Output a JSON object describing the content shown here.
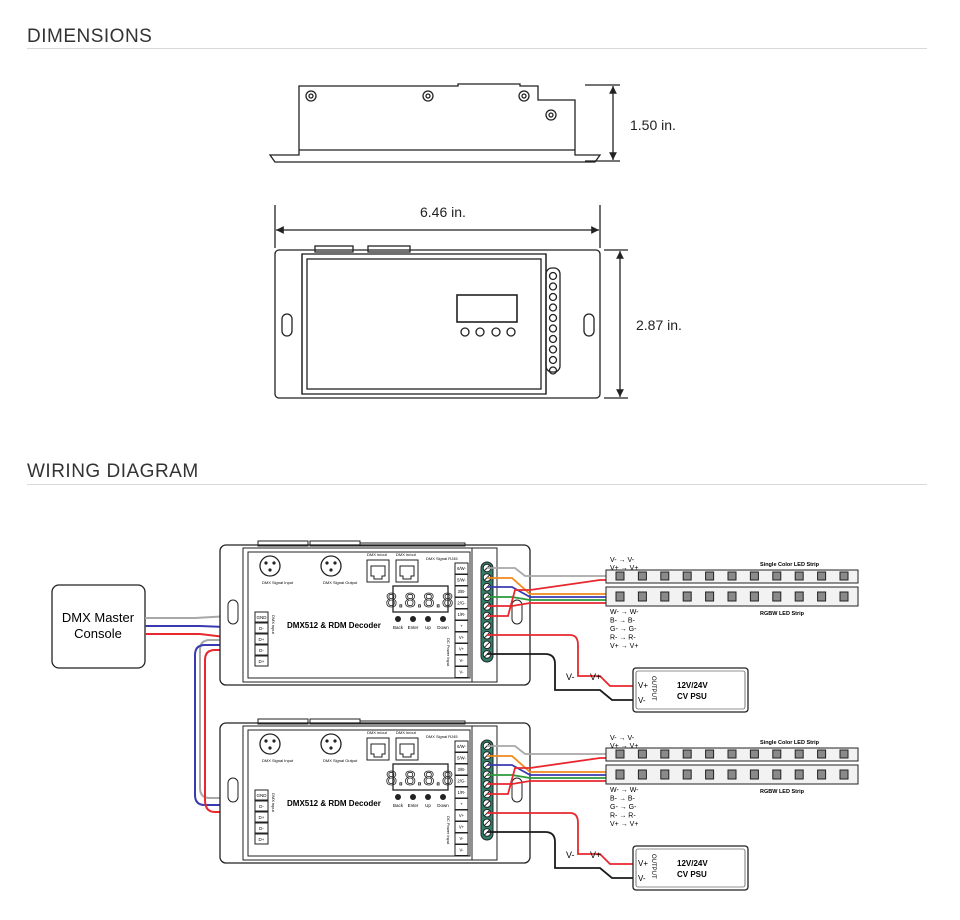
{
  "sections": {
    "dimensions": "DIMENSIONS",
    "wiring": "WIRING DIAGRAM"
  },
  "dimensions": {
    "height": "1.50 in.",
    "length": "6.46 in.",
    "width": "2.87 in."
  },
  "console": {
    "line1": "DMX Master",
    "line2": "Console"
  },
  "decoder": {
    "title": "DMX512 & RDM Decoder",
    "buttons": [
      "Back",
      "Enter",
      "Up",
      "Down"
    ],
    "display": "8.8.8.8",
    "xlr_in": "DMX Signal Input",
    "xlr_out": "DMX Signal Output",
    "rj45_in": "DMX in/out",
    "rj45_out": "DMX in/out",
    "rj45_note": "DMX Signal RJ45",
    "dmx_terminals": [
      "GND",
      "D-",
      "D+",
      "D-",
      "D+"
    ],
    "dmx_terminal_label": "DMX input",
    "output_terminals": [
      "6/W-",
      "5/W-",
      "3/B-",
      "2/G-",
      "1/R-",
      "+",
      "V+",
      "V+",
      "V-",
      "V-"
    ],
    "power_label": "DC Power Input"
  },
  "strips": {
    "single_name": "Single Color LED Strip",
    "rgbw_name": "RGBW LED Strip",
    "single_map": [
      "V-  →  V-",
      "V+  →  V+"
    ],
    "rgbw_map": [
      "W-  →  W-",
      "B-  →  B-",
      "G-  →  G-",
      "R-  →  R-",
      "V+  →  V+"
    ]
  },
  "psu": {
    "line1": "12V/24V",
    "line2": "CV PSU",
    "output": "OUTPUT",
    "vplus": "V+",
    "vminus": "V-",
    "wire_minus": "V-",
    "wire_plus": "V+"
  },
  "wire_colors": {
    "red": "#e8282e",
    "black": "#1a1a1a",
    "blue": "#3a3ab0",
    "gray": "#a8a8a8",
    "orange": "#f08a1c",
    "green": "#2a9a3a",
    "terminal": "#2f7f6a"
  },
  "units": 2
}
